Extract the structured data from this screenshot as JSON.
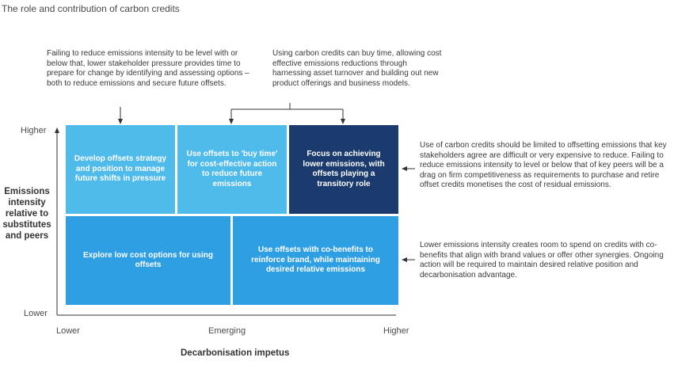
{
  "title": "The role and contribution of carbon credits",
  "notes": {
    "top_left": "Failing to reduce emissions intensity to be level with or below that, lower stakeholder pressure provides time to prepare for change by identifying and assessing options – both to reduce emissions and secure future offsets.",
    "top_center": "Using carbon credits can buy time, allowing cost effective emissions reductions through harnessing asset turnover and building out new product offerings and business models.",
    "right_upper": "Use of carbon credits should be limited to offsetting emissions that key stakeholders agree are difficult or very expensive to reduce. Failing to reduce emissions intensity to level or below that of key peers will be a drag on firm competitiveness as requirements to purchase and retire offset credits monetises the cost of residual emissions.",
    "right_lower": "Lower emissions intensity creates room to spend on credits with co-benefits that align with brand values or offer other synergies. Ongoing action will be required to maintain desired relative position and decarbonisation advantage."
  },
  "boxes": {
    "develop": "Develop offsets strategy and position to manage future shifts in pressure",
    "buy_time": "Use offsets to 'buy time' for cost-effective action to reduce future emissions",
    "focus": "Focus on achieving lower emissions, with offsets playing a transitory role",
    "explore": "Explore low cost options for using offsets",
    "cobenefits": "Use offsets with co-benefits to reinforce brand, while maintaining desired relative emissions"
  },
  "axes": {
    "y_title": "Emissions intensity relative to substitutes and peers",
    "y_high": "Higher",
    "y_low": "Lower",
    "x_title": "Decarbonisation impetus",
    "x_lower": "Lower",
    "x_mid": "Emerging",
    "x_higher": "Higher"
  },
  "colors": {
    "light_blue": "#4fbbeb",
    "mid_blue": "#2f9fe3",
    "navy": "#1b3a6e",
    "axis": "#333333"
  }
}
